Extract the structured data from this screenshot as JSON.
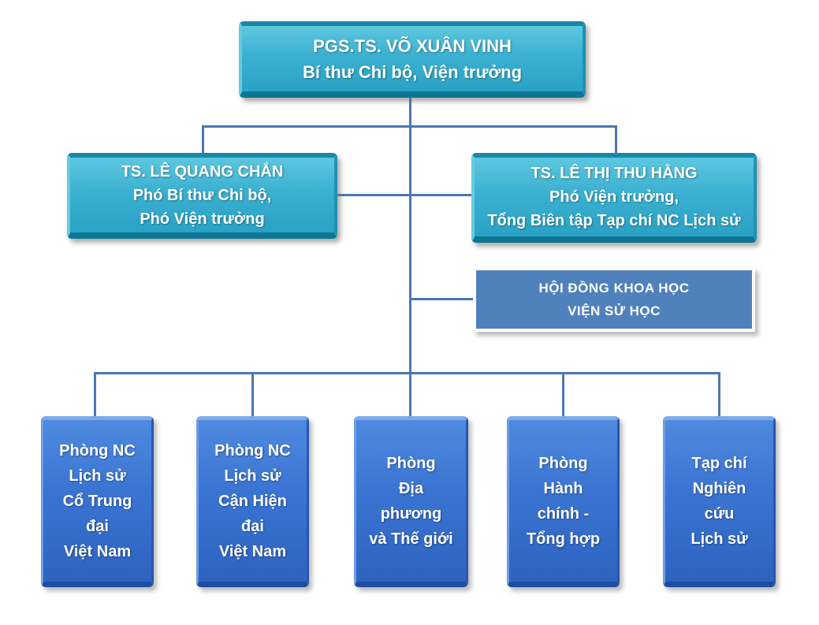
{
  "chart": {
    "type": "org-chart",
    "title": "",
    "background": "#ffffff"
  },
  "colors": {
    "leadership_teal": "#3bb0d1",
    "council_blue": "#4f81bd",
    "department_blue": "#3a74d2",
    "connector": "#4a78b2",
    "text": "#ffffff"
  },
  "nodes": {
    "director": {
      "lines": [
        "PGS.TS. VÕ XUÂN VINH",
        "Bí thư Chi bộ, Viện trưởng"
      ]
    },
    "deputy_left": {
      "lines": [
        "TS. LÊ QUANG CHẮN",
        "Phó Bí thư Chi bộ,",
        "Phó Viện trưởng"
      ]
    },
    "deputy_right": {
      "lines": [
        "TS. LÊ THỊ THU HẰNG",
        "Phó Viện trưởng,",
        "Tổng Biên tập Tạp chí NC Lịch sử"
      ]
    },
    "council": {
      "lines": [
        "HỘI ĐỒNG KHOA HỌC",
        "VIỆN SỬ HỌC"
      ]
    },
    "dept_ancient_history": {
      "lines": [
        "Phòng NC",
        "Lịch sử",
        "Cổ Trung",
        "đại",
        "Việt Nam"
      ]
    },
    "dept_modern_history": {
      "lines": [
        "Phòng NC",
        "Lịch sử",
        "Cận Hiện",
        "đại",
        "Việt Nam"
      ]
    },
    "dept_local_world": {
      "lines": [
        "Phòng",
        "Địa",
        "phương",
        "và Thế giới"
      ]
    },
    "dept_admin": {
      "lines": [
        "Phòng",
        "Hành",
        "chính -",
        "Tổng hợp"
      ]
    },
    "journal": {
      "lines": [
        "Tạp chí",
        "Nghiên",
        "cứu",
        "Lịch sử"
      ]
    }
  }
}
